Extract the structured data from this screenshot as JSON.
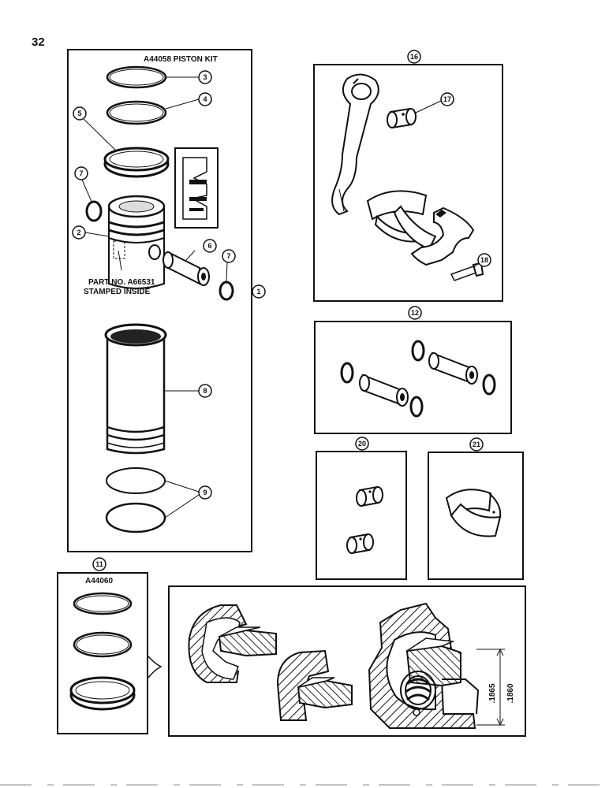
{
  "page_number": "32",
  "kits": {
    "piston_kit": "A44058 PISTON KIT",
    "ring_kit": "A44060"
  },
  "part_note": {
    "line1": "PART NO. A66531",
    "line2": "STAMPED INSIDE"
  },
  "callouts": [
    "1",
    "2",
    "3",
    "4",
    "5",
    "6",
    "7",
    "7",
    "8",
    "9",
    "11",
    "12",
    "16",
    "17",
    "18",
    "20",
    "21"
  ],
  "dimensions": {
    "dim_a": ".1865",
    "dim_b": ".1860"
  }
}
